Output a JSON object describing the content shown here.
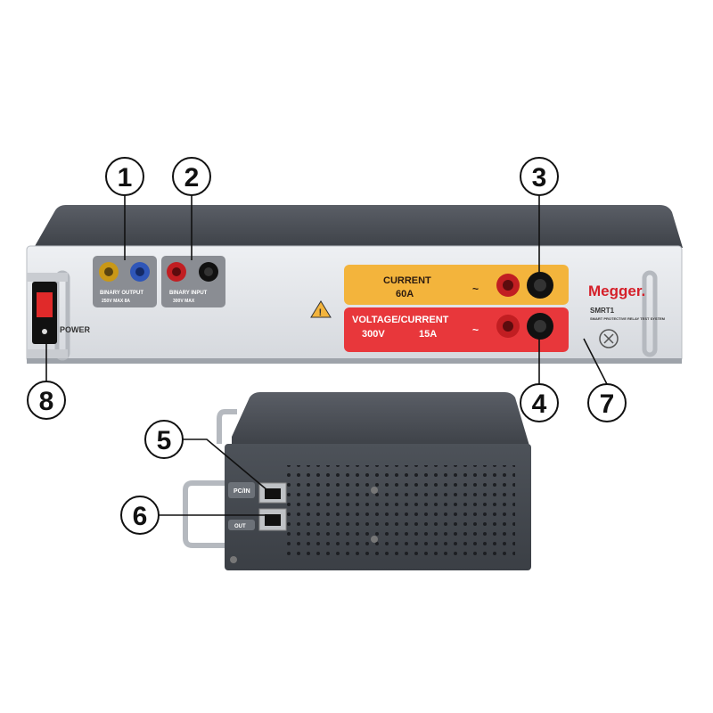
{
  "callouts": [
    "1",
    "2",
    "3",
    "4",
    "5",
    "6",
    "7",
    "8"
  ],
  "front_panel": {
    "binary_output": {
      "label": "BINARY OUTPUT",
      "rating": "250V MAX 8A"
    },
    "binary_input": {
      "label": "BINARY INPUT",
      "rating": "300V MAX"
    },
    "current_channel": {
      "title": "CURRENT",
      "rating": "60A",
      "color": "#f3b43c"
    },
    "voltage_current_channel": {
      "title": "VOLTAGE/CURRENT",
      "voltage": "300V",
      "current": "15A",
      "color": "#e8373b"
    },
    "brand": "Megger.",
    "model": "SMRT1",
    "model_subtitle": "SMART PROTECTIVE RELAY TEST SYSTEM",
    "power_label": "POWER"
  },
  "rear_panel": {
    "port_label_top": "PC/IN",
    "port_label_bottom": "OUT"
  },
  "colors": {
    "body": "#e4e6ea",
    "lid": "#4b4f56",
    "callout_stroke": "#111111"
  }
}
